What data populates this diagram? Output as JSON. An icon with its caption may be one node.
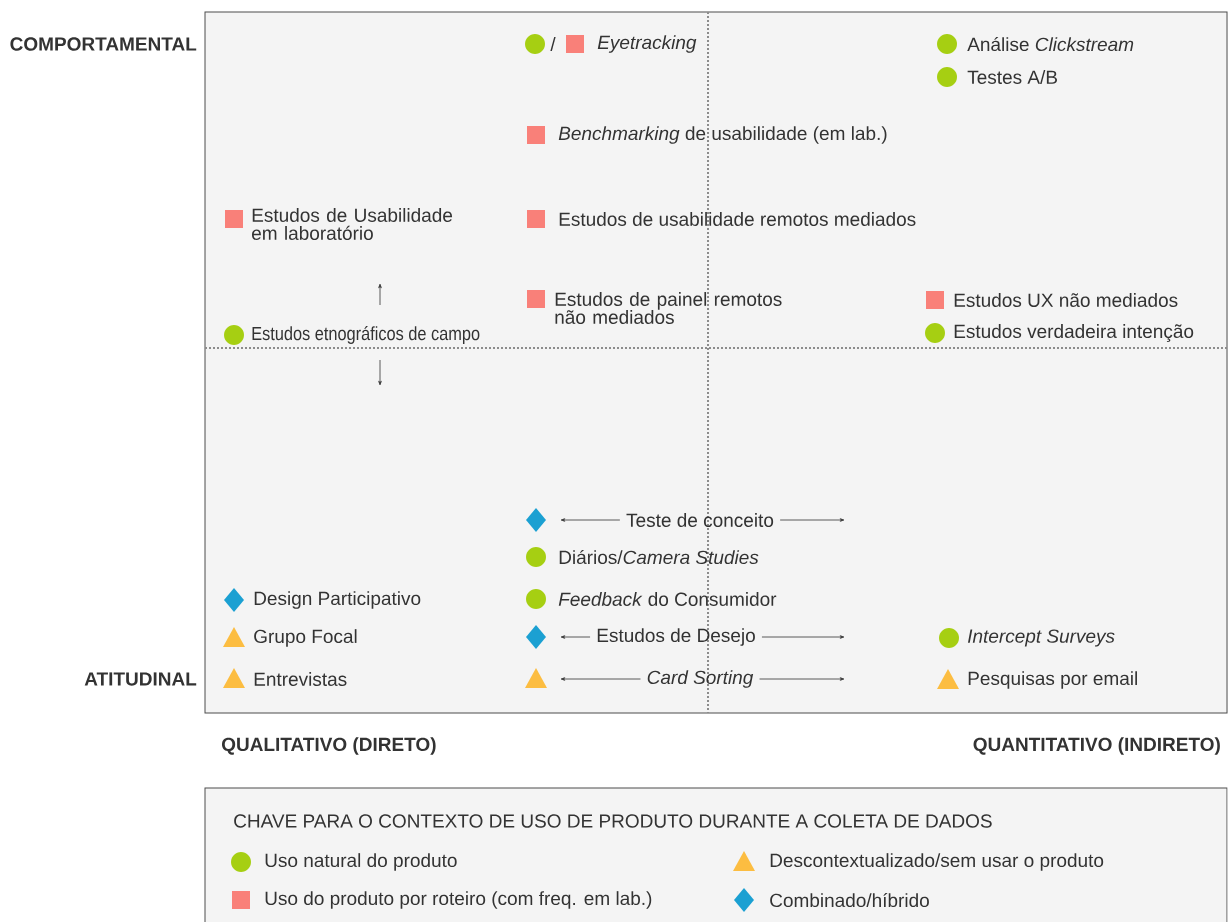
{
  "diagram": {
    "labels": [
      "COMPORTAMENTAL",
      "/",
      "Eyetracking",
      "Análise *Clickstream*",
      "Testes A/B",
      "*Benchmarking* de usabilidade (em lab.)",
      "Estudos de Usabilidade em laboratório",
      "Estudos de usabilidade remotos mediados",
      "Estudos de painel remotos não mediados",
      "Estudos UX não mediados",
      "Estudos etnográficos de campo",
      "Estudos verdadeira intenção",
      "Teste de conceito",
      "Diários/*Camera Studies*",
      "Design Participativo",
      "*Feedback* do Consumidor",
      "Grupo Focal",
      "Estudos de Desejo",
      "Intercept Surveys",
      "ATITUDINAL",
      "Entrevistas",
      "Card Sorting",
      "Pesquisas por email",
      "QUALITATIVO (DIRETO)",
      "QUANTITATIVO (INDIRETO)",
      "CHAVE PARA O CONTEXTO DE USO DE PRODUTO DURANTE A COLETA DE DADOS"
    ],
    "legend": [
      {
        "text": "Uso natural do produto",
        "color": "#a6cf12"
      },
      {
        "text": "Descontextualizado/sem usar o produto",
        "color": "#fcbd41"
      },
      {
        "text": "Uso do produto por roteiro (com freq. em lab.)",
        "color": "#f98079"
      },
      {
        "text": "Combinado/híbrido",
        "color": "#1ba0d2"
      }
    ]
  }
}
